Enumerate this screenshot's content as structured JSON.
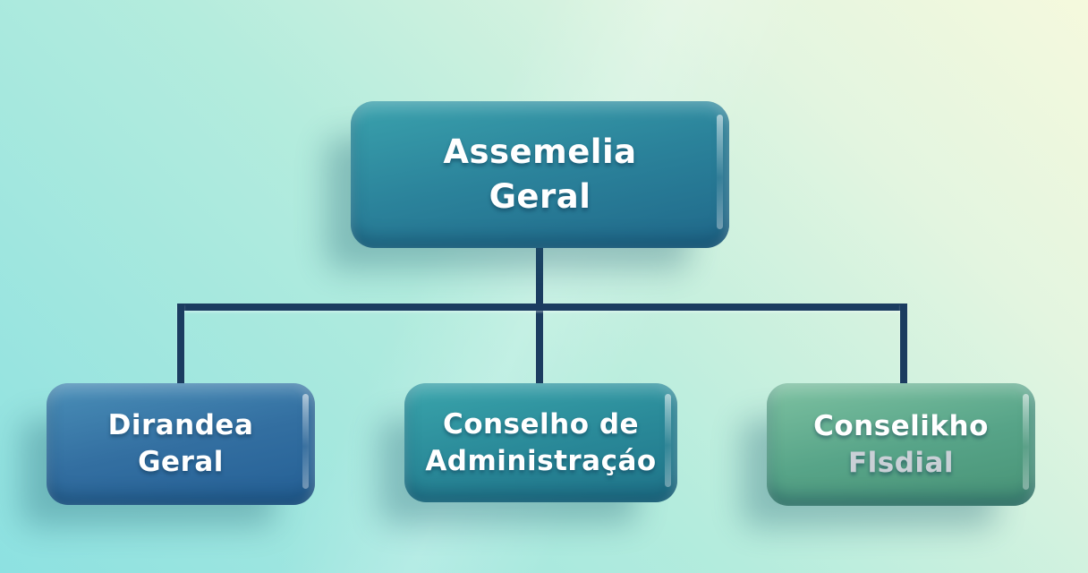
{
  "diagram_type": "org-chart",
  "nodes": {
    "root": {
      "line1": "Assemelia",
      "line2": "Geral"
    },
    "left": {
      "line1": "Dirandea",
      "line2": "Geral"
    },
    "middle": {
      "line1": "Conselho de",
      "line2": "Administraçáo"
    },
    "right": {
      "line1": "Conselikho",
      "line2": "Flsdial"
    }
  },
  "edges": [
    {
      "from": "root",
      "to": "left"
    },
    {
      "from": "root",
      "to": "middle"
    },
    {
      "from": "root",
      "to": "right"
    }
  ],
  "colors": {
    "root_box_top": "#3aa2ad",
    "root_box_bottom": "#20688a",
    "left_box_top": "#4a8fb8",
    "left_box_bottom": "#245f95",
    "middle_box_top": "#3aa5ac",
    "middle_box_bottom": "#1f7389",
    "right_box_top": "#7ec2a2",
    "right_box_bottom": "#479275",
    "connector": "#1b3c60",
    "background_bottom_left": "#8de1e1",
    "background_top_right": "#f5f9dd",
    "text_primary": "#ffffff",
    "text_secondary": "#c9d0d6"
  }
}
